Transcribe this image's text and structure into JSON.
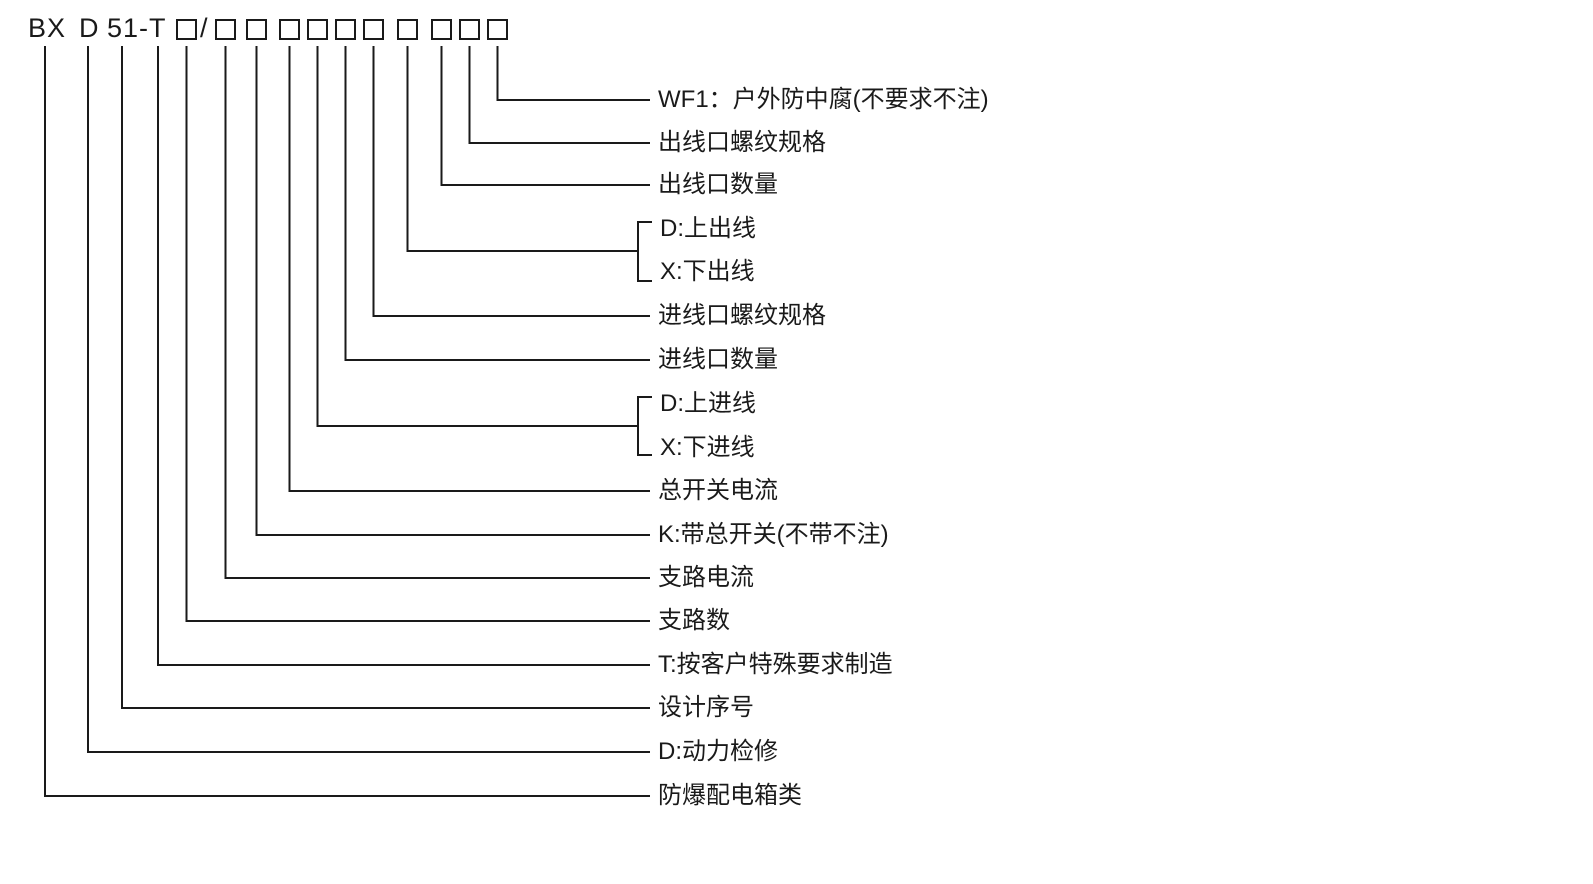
{
  "page": {
    "background": "#ffffff",
    "line_color": "#1a1a1a",
    "title": "BXD51 防爆配电箱型号说明图"
  },
  "model_code": {
    "prefix": "BX",
    "letter_d": "D",
    "design_t": "51-T",
    "slash": "/",
    "placeholder_box_count": 11
  },
  "labels": [
    {
      "id": "wf1",
      "text": "WF1：户外防中腐(不要求不注)"
    },
    {
      "id": "outlet-thread-spec",
      "text": "出线口螺纹规格"
    },
    {
      "id": "outlet-count",
      "text": "出线口数量"
    },
    {
      "id": "outlet-top",
      "text": "D:上出线"
    },
    {
      "id": "outlet-bottom",
      "text": "X:下出线"
    },
    {
      "id": "inlet-thread-spec",
      "text": "进线口螺纹规格"
    },
    {
      "id": "inlet-count",
      "text": "进线口数量"
    },
    {
      "id": "inlet-top",
      "text": "D:上进线"
    },
    {
      "id": "inlet-bottom",
      "text": "X:下进线"
    },
    {
      "id": "main-switch-current",
      "text": "总开关电流"
    },
    {
      "id": "main-switch",
      "text": "K:带总开关(不带不注)"
    },
    {
      "id": "branch-current",
      "text": "支路电流"
    },
    {
      "id": "branch-count",
      "text": "支路数"
    },
    {
      "id": "custom-order",
      "text": "T:按客户特殊要求制造"
    },
    {
      "id": "design-serial",
      "text": "设计序号"
    },
    {
      "id": "power-maintenance",
      "text": "D:动力检修"
    },
    {
      "id": "category",
      "text": "防爆配电箱类"
    }
  ]
}
